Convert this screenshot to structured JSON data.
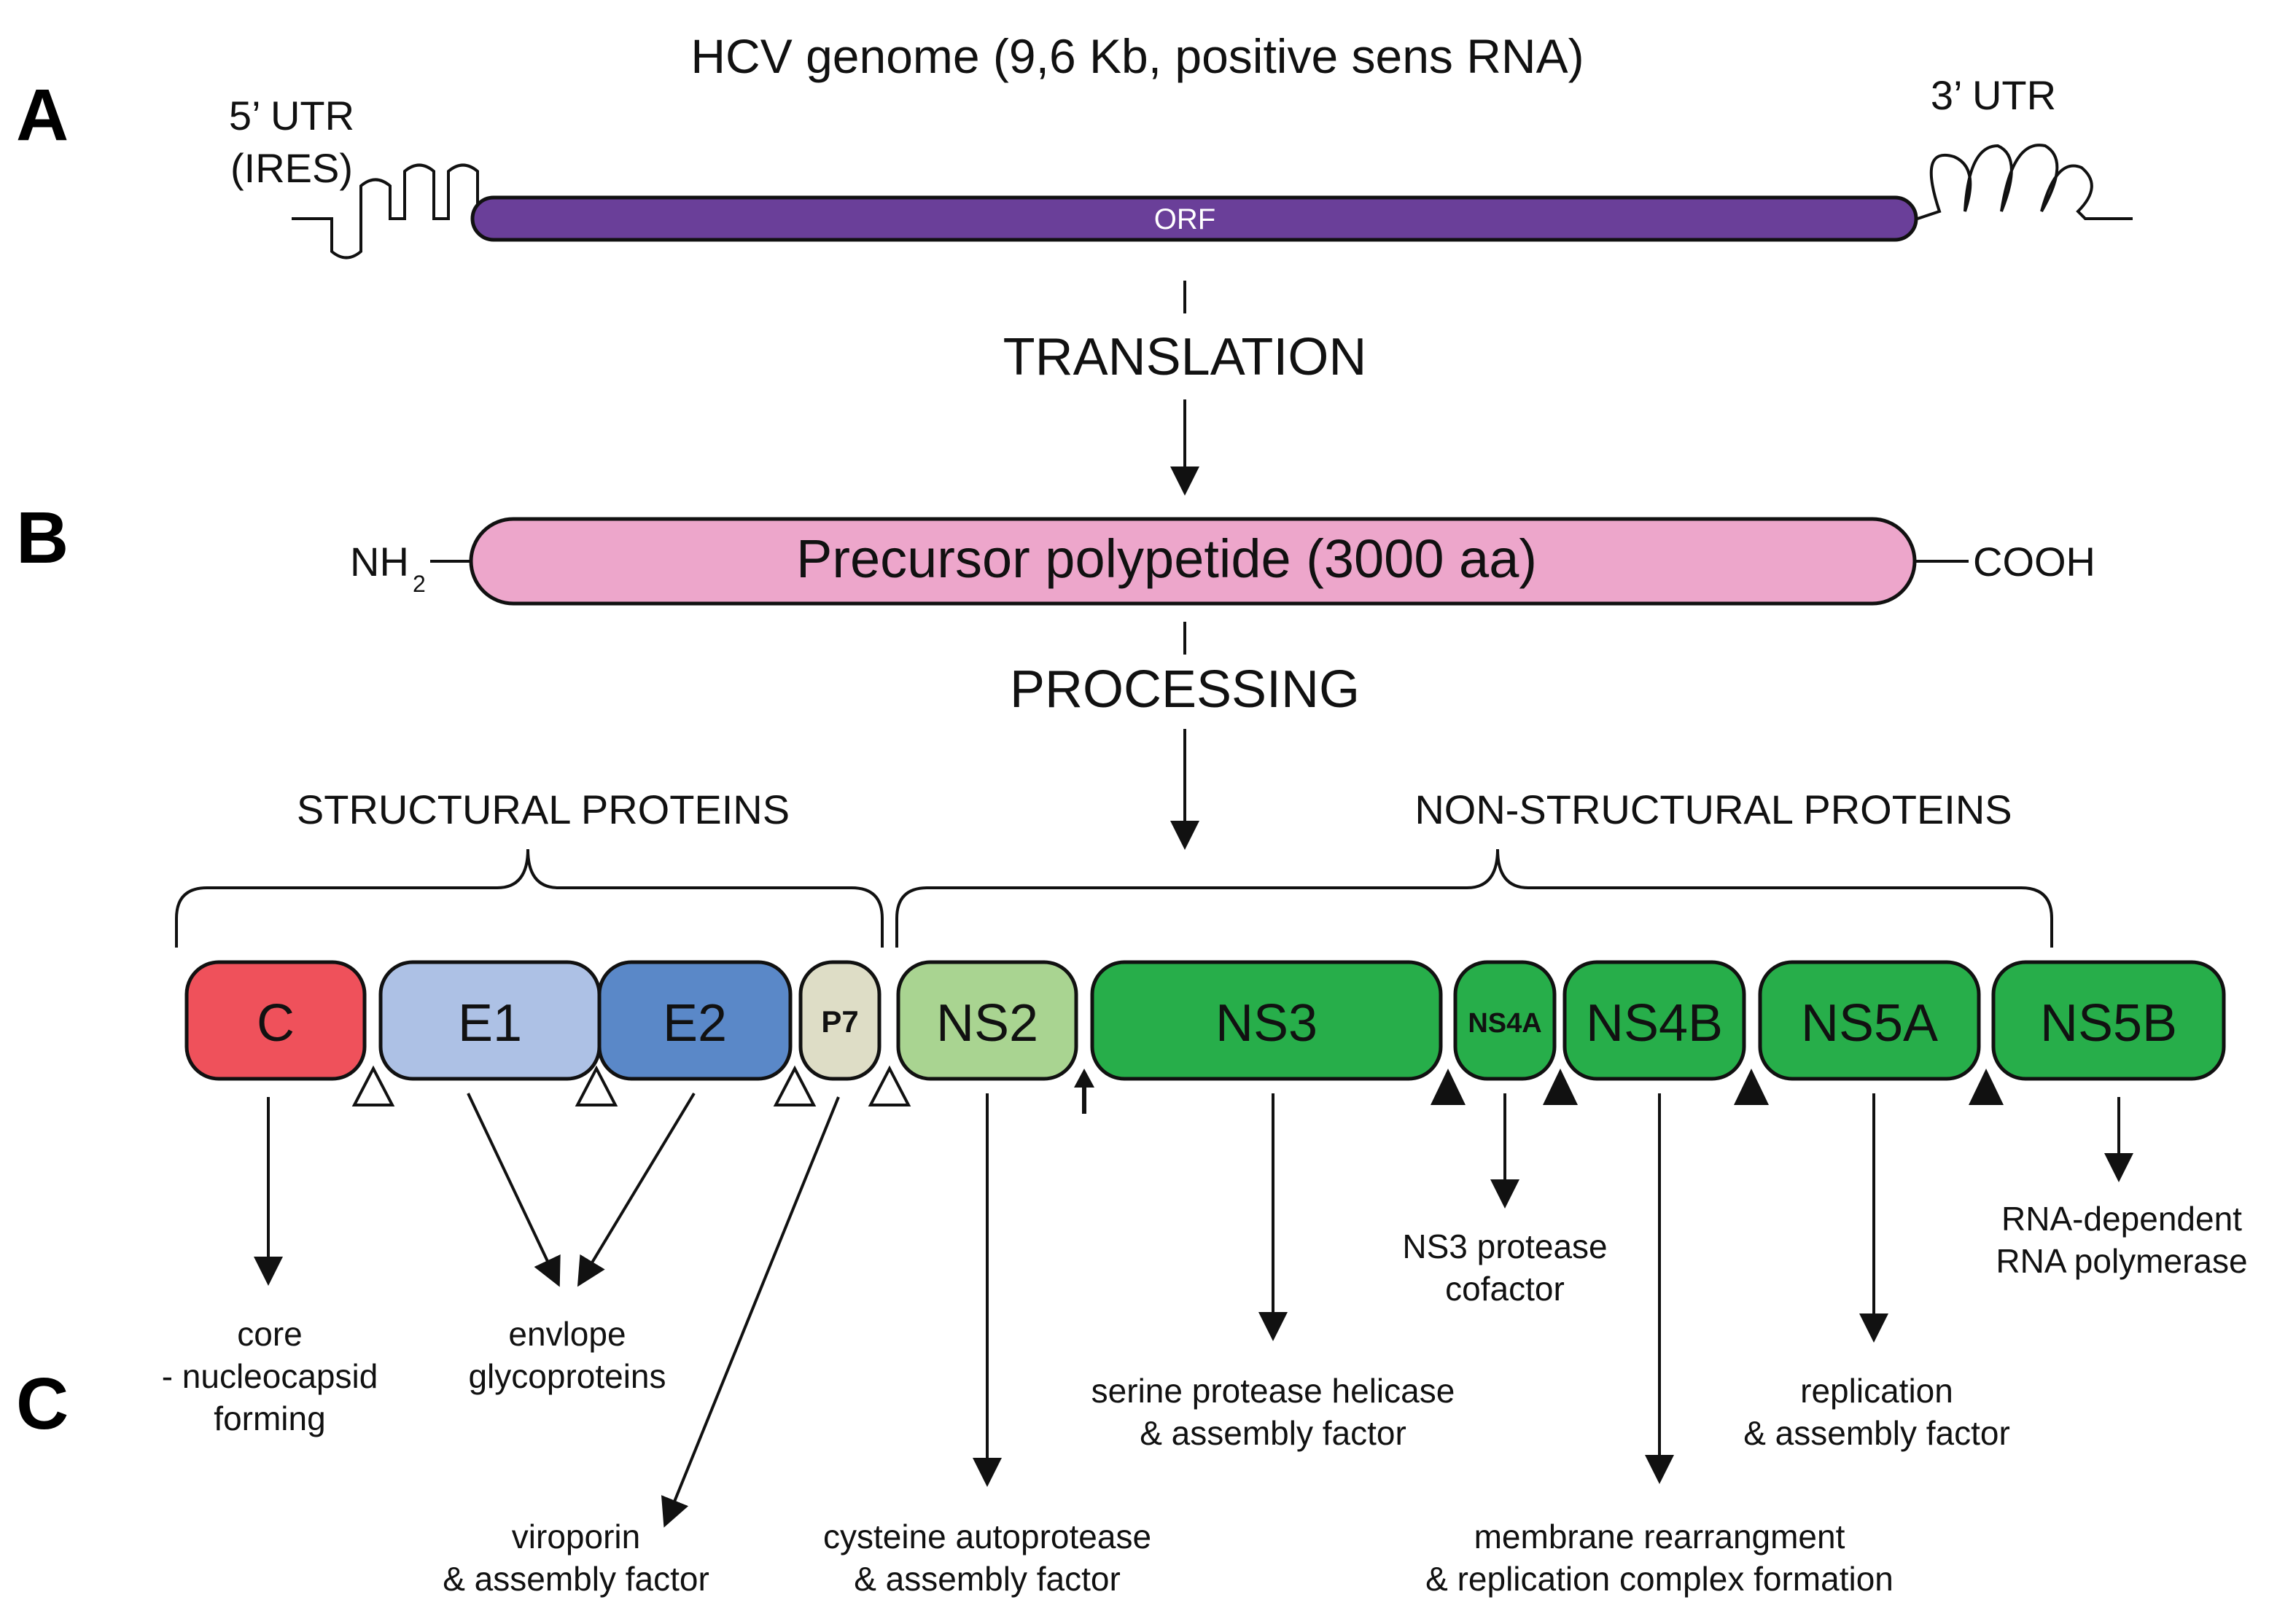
{
  "panels": {
    "a": "A",
    "b": "B",
    "c": "C"
  },
  "genome": {
    "title": "HCV genome (9,6 Kb, positive sens RNA)",
    "utr5_line1": "5’ UTR",
    "utr5_line2": "(IRES)",
    "utr3": "3’ UTR",
    "orf": "ORF"
  },
  "translation": "TRANSLATION",
  "polypeptide": {
    "label": "Precursor polypetide (3000 aa)",
    "nh2": "NH",
    "nh2_sub": "2",
    "cooh": "COOH"
  },
  "processing": "PROCESSING",
  "groups": {
    "structural": "STRUCTURAL PROTEINS",
    "nonstructural": "NON-STRUCTURAL PROTEINS"
  },
  "proteins": {
    "c": "C",
    "e1": "E1",
    "e2": "E2",
    "p7": "P7",
    "ns2": "NS2",
    "ns3": "NS3",
    "ns4a": "NS4A",
    "ns4b": "NS4B",
    "ns5a": "NS5A",
    "ns5b": "NS5B"
  },
  "functions": {
    "core_1": "core",
    "core_2": "- nucleocapsid",
    "core_3": "forming",
    "env_1": "envlope",
    "env_2": "glycoproteins",
    "viro_1": "viroporin",
    "viro_2": "& assembly factor",
    "cys_1": "cysteine autoprotease",
    "cys_2": "& assembly factor",
    "ser_1": "serine protease helicase",
    "ser_2": "& assembly factor",
    "cof_1": "NS3 protease",
    "cof_2": "cofactor",
    "mem_1": "membrane rearrangment",
    "mem_2": "& replication complex formation",
    "rep_1": "replication",
    "rep_2": "& assembly factor",
    "rdrp_1": "RNA-dependent",
    "rdrp_2": "RNA polymerase"
  },
  "colors": {
    "orf": "#6a3f99",
    "polypeptide": "#eda6cb",
    "c": "#ef515b",
    "e1": "#adc1e5",
    "e2": "#5a88c8",
    "p7": "#deddc6",
    "ns2": "#a9d491",
    "ns": "#27ae4a"
  }
}
